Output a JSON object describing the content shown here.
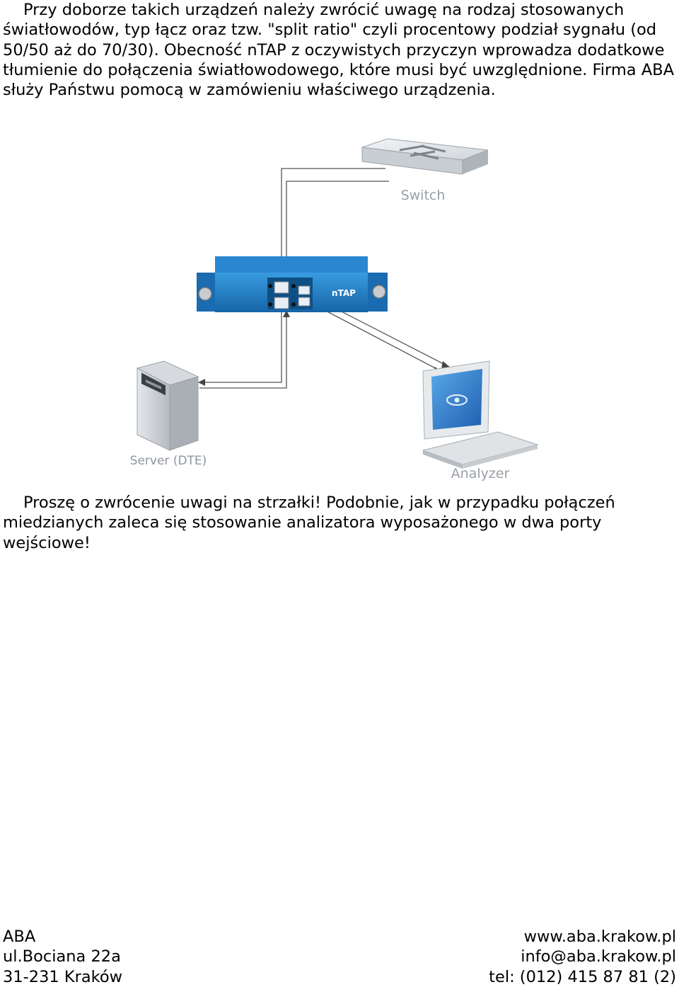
{
  "intro_text": "Przy doborze takich urządzeń należy zwrócić uwagę na rodzaj stosowanych światłowodów, typ łącz oraz tzw. \"split ratio\" czyli procentowy podział sygnału (od 50/50 aż do 70/30). Obecność nTAP z oczywistych przyczyn wprowadza dodatkowe tłumienie do połączenia światłowodowego, które musi być uwzględnione. Firma ABA służy Państwu pomocą w zamówieniu właściwego urządzenia.",
  "diagram": {
    "switch_label": "Switch",
    "ntap_label": "nTAP",
    "server_label": "Server (DTE)",
    "analyzer_label": "Analyzer"
  },
  "note_text": "Proszę o zwrócenie uwagi na strzałki! Podobnie, jak w przypadku połączeń miedzianych zaleca się stosowanie analizatora wyposażonego w dwa porty wejściowe!",
  "footer": {
    "company": "ABA",
    "street": "ul.Bociana 22a",
    "city": "31-231 Kraków",
    "website": "www.aba.krakow.pl",
    "email": "info@aba.krakow.pl",
    "phone": "tel: (012) 415 87 81 (2)"
  },
  "colors": {
    "ntap_blue": "#1f7fc9",
    "device_gray": "#c8cdd2",
    "screen_blue": "#2f7fd0"
  }
}
